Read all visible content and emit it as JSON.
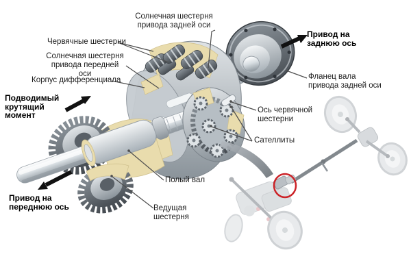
{
  "diagram": {
    "labels": {
      "sun_gear_rear": "Солнечная шестерня\nпривода задней оси",
      "worm_gears": "Червячные шестерни",
      "sun_gear_front": "Солнечная шестерня\nпривода передней оси",
      "diff_housing": "Корпус дифференциала",
      "input_torque": "Подводимый\nкрутящий\nмомент",
      "front_drive": "Привод на\nпереднюю ось",
      "rear_drive": "Привод на\nзаднюю ось",
      "flange": "Фланец вала\nпривода задней оси",
      "worm_axis": "Ось червячной\nшестерни",
      "satellites": "Сателлиты",
      "hollow_shaft": "Полый вал",
      "drive_gear": "Ведущая\nшестерня"
    },
    "icons": {
      "input_torque_arrow": "arrow-up-right",
      "front_drive_arrow": "arrow-down-left",
      "rear_drive_arrow": "arrow-up-right",
      "inset_highlight": "red-circle"
    },
    "colors": {
      "background": "#ffffff",
      "text": "#1d1d1d",
      "leader_line": "#4d4d4d",
      "arrow": "#111111",
      "highlight_red": "#cc2328",
      "cut_surface_beige": "#e9dcad",
      "metal_light": "#eef1f3",
      "metal_mid": "#aeb6bc",
      "metal_dark": "#565d63"
    }
  }
}
